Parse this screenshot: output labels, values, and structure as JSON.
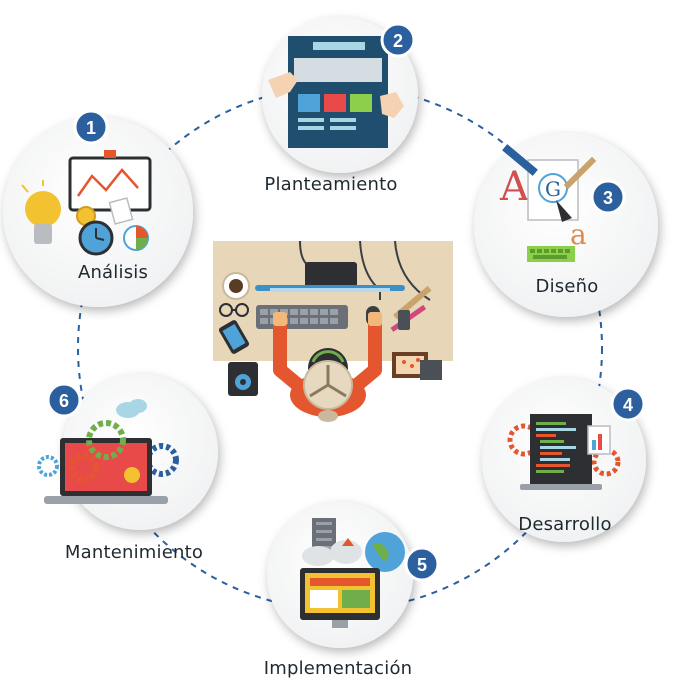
{
  "steps": [
    {
      "number": "1",
      "label": "Análisis",
      "icon": "analysis-chart-icon"
    },
    {
      "number": "2",
      "label": "Planteamiento",
      "icon": "planning-layout-icon"
    },
    {
      "number": "3",
      "label": "Diseño",
      "icon": "design-typography-icon"
    },
    {
      "number": "4",
      "label": "Desarrollo",
      "icon": "development-code-icon"
    },
    {
      "number": "5",
      "label": "Implementación",
      "icon": "deployment-server-icon"
    },
    {
      "number": "6",
      "label": "Mantenimiento",
      "icon": "maintenance-gears-icon"
    }
  ],
  "center": {
    "icon": "developer-workstation-icon"
  },
  "colors": {
    "badge": "#2b5f9e",
    "badge_ring": "#ffffff",
    "dashed_path": "#2b5f9e",
    "circle_fill": "#ffffff",
    "desk": "#e8d6b8",
    "accent_orange": "#e4572e"
  }
}
